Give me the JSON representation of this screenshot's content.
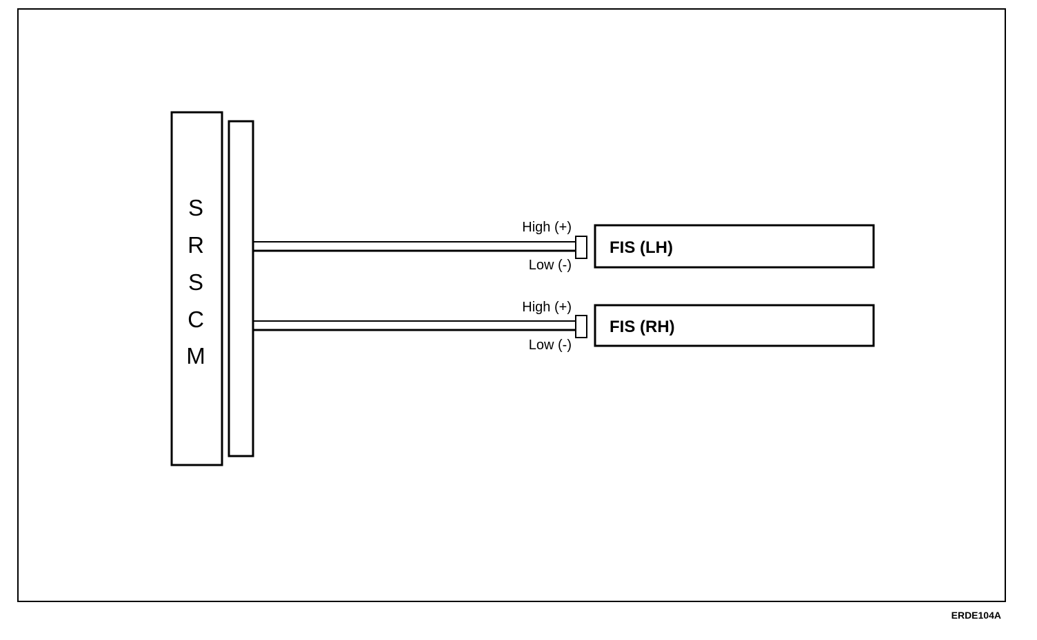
{
  "diagram": {
    "module": {
      "letters": [
        "S",
        "R",
        "S",
        "C",
        "M"
      ]
    },
    "circuits": [
      {
        "high_label": "High (+)",
        "low_label": "Low (-)",
        "device_label": "FIS (LH)"
      },
      {
        "high_label": "High (+)",
        "low_label": "Low (-)",
        "device_label": "FIS (RH)"
      }
    ],
    "figure_code": "ERDE104A"
  }
}
